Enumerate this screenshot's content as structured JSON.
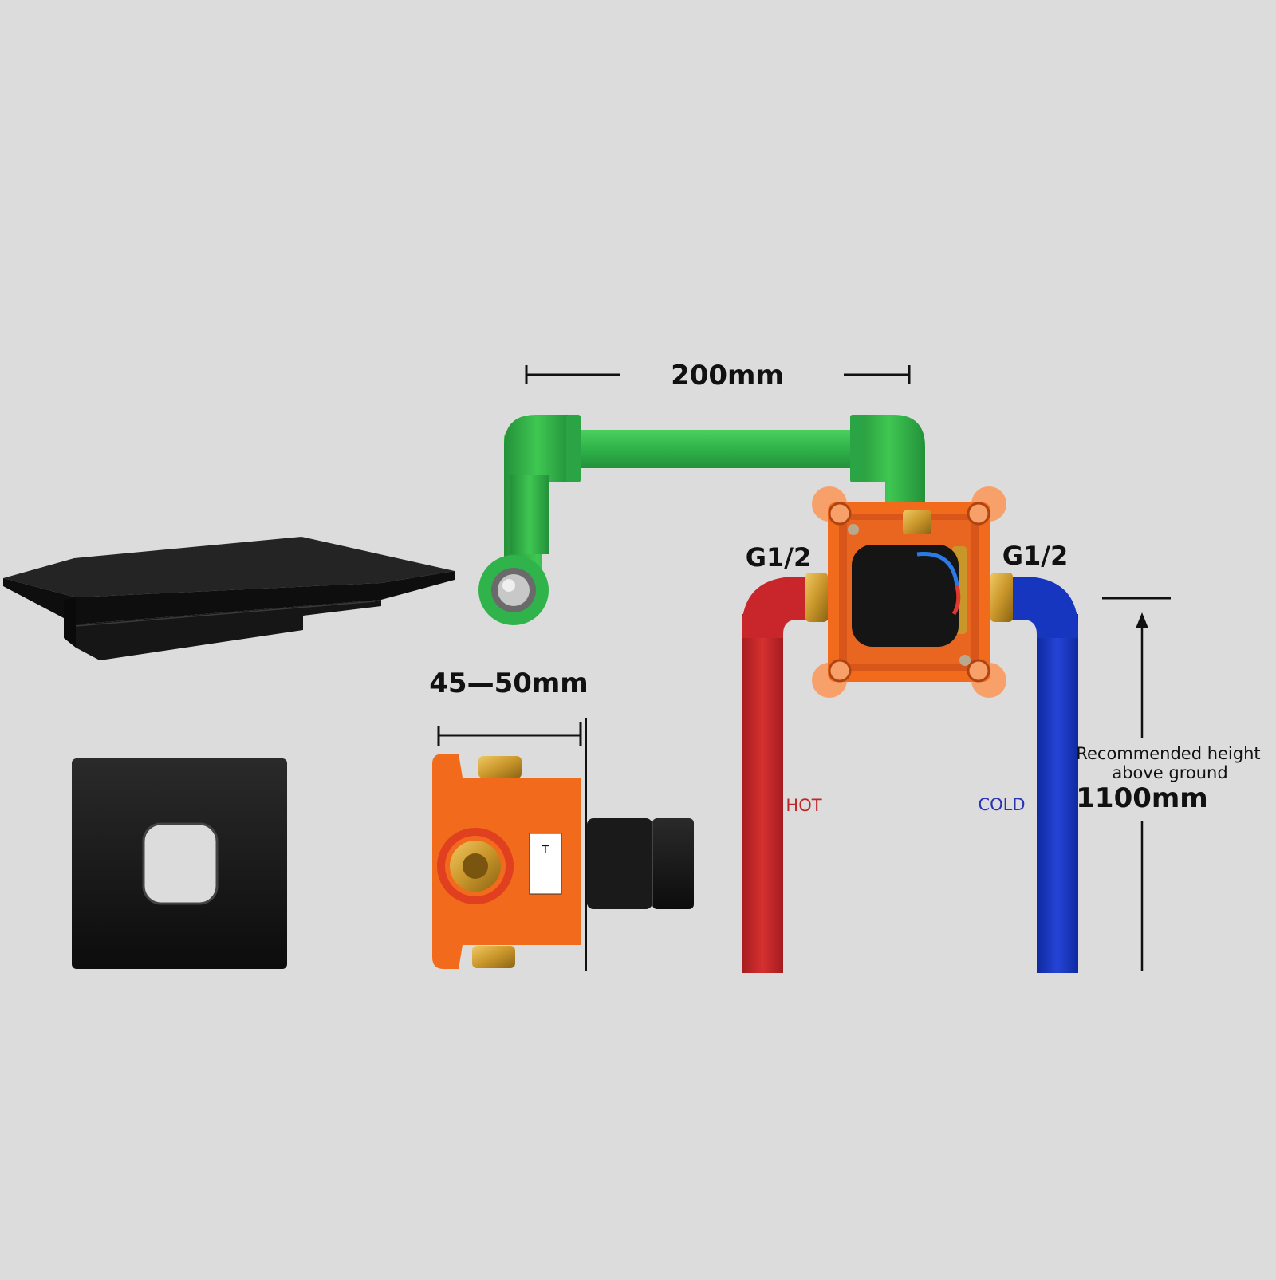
{
  "labels": {
    "pipe_span": "200mm",
    "inlet_left": "G1/2",
    "inlet_right": "G1/2",
    "depth": "45—50mm",
    "hot": "HOT",
    "cold": "COLD",
    "height_note_line1": "Recommended height",
    "height_note_line2": "above ground",
    "height_value": "1100mm"
  },
  "colors": {
    "background": "#dcdcdc",
    "green_pipe": "#2fb34a",
    "hot_pipe": "#c8262a",
    "cold_pipe": "#1636c0",
    "valve_box": "#f26a1b",
    "brass": "#c9962a",
    "black_finish": "#1a1a1a",
    "hot_text": "#c0262a",
    "cold_text": "#2b33b5"
  },
  "icons": {
    "spout": "waterfall-spout-icon",
    "cover_plate": "square-cover-plate-icon",
    "valve_side": "valve-body-side-icon",
    "valve_front": "valve-body-front-icon"
  }
}
